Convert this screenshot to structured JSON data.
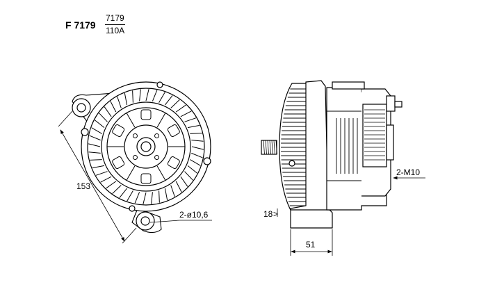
{
  "title": {
    "model_code": "F 7179",
    "part_number": "7179",
    "current_rating": "110A"
  },
  "dimensions": {
    "mount_span": "153",
    "mount_holes": "2-ø10,6",
    "length": "51",
    "offset": "18",
    "thread": "2-M10"
  }
}
